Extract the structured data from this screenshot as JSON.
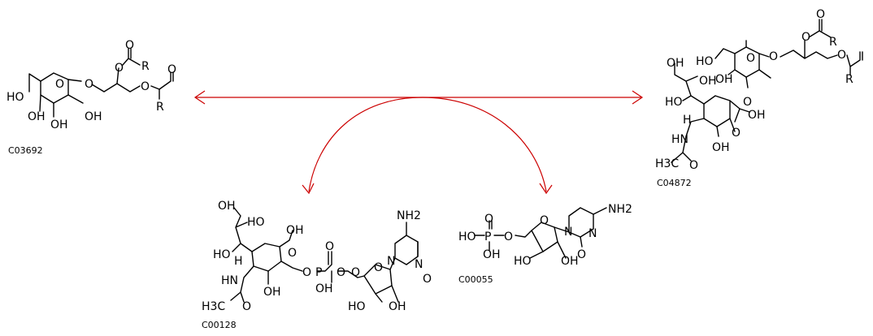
{
  "compounds": [
    {
      "id": "C03692",
      "atom_labels": [
        "HO",
        "OH",
        "OH",
        "OH",
        "O",
        "O",
        "O",
        "O",
        "O",
        "O",
        "R",
        "R"
      ]
    },
    {
      "id": "C04872",
      "atom_labels": [
        "OH",
        "HO",
        "OH",
        "OH",
        "HO",
        "H",
        "HN",
        "H3C",
        "O",
        "OH",
        "OH",
        "O",
        "O",
        "O",
        "O",
        "O",
        "O",
        "O",
        "R",
        "R"
      ]
    },
    {
      "id": "C00128",
      "atom_labels": [
        "OH",
        "HO",
        "HO",
        "H",
        "HN",
        "H3C",
        "O",
        "OH",
        "OH",
        "O",
        "O",
        "P",
        "O",
        "OH",
        "O",
        "O",
        "O",
        "OH",
        "HO",
        "NH2",
        "N",
        "N",
        "O"
      ]
    },
    {
      "id": "C00055",
      "atom_labels": [
        "O",
        "HO",
        "P",
        "OH",
        "O",
        "O",
        "HO",
        "OH",
        "N",
        "N",
        "NH2",
        "O"
      ]
    }
  ]
}
